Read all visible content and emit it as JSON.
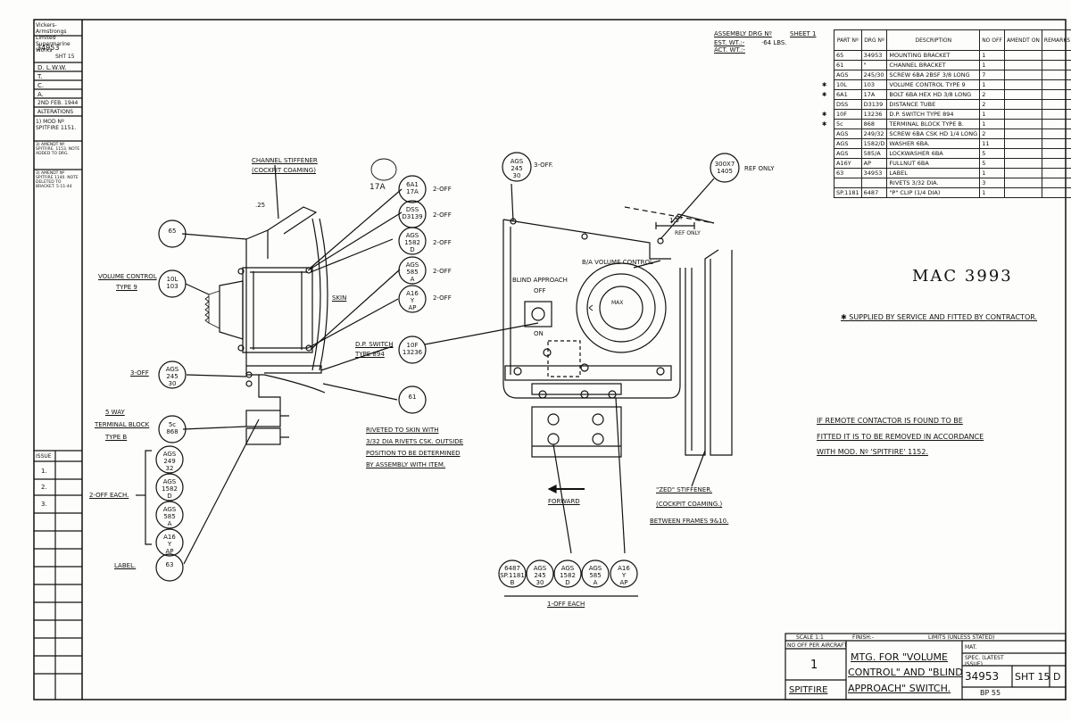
{
  "left_strip": {
    "maker": "Vickers-Armstrongs Limited Supermarine Works",
    "drawing_no": "34953",
    "sheet": "SHT 15",
    "rows": [
      "D. L.W.W.",
      "T.",
      "C.",
      "A.",
      "2ND FEB. 1944",
      "ALTERATIONS"
    ],
    "mod": "1) MOD Nº SPITFIRE 1151.",
    "notes": [
      "3) AMENDT Nº SPITFIRE. 1153. NOTE ADDED TO DRG.",
      "3) AMENDT Nº SPITFIRE 1140. NOTE DELETED TO BRACKET. 5-11-44"
    ],
    "issue_label": "ISSUE",
    "issues": [
      "1.",
      "2.",
      "3."
    ]
  },
  "header": {
    "assembly": "ASSEMBLY DRG Nº",
    "sheet": "SHEET 1",
    "est_wt": "EST. WT.:-",
    "est_val": "·64 LBS.",
    "act_wt": "ACT. WT.:-"
  },
  "parts_table": {
    "columns": [
      "PART Nº",
      "DRG Nº",
      "DESCRIPTION",
      "NO OFF",
      "AMENDT ON",
      "REMARKS"
    ],
    "rows": [
      [
        "",
        "65",
        "34953",
        "MOUNTING BRACKET",
        "1"
      ],
      [
        "",
        "61",
        "\"",
        "CHANNEL BRACKET",
        "1"
      ],
      [
        "",
        "AGS",
        "245/30",
        "SCREW 6BA 2BSF 3/8 LONG",
        "7"
      ],
      [
        "✱",
        "10L",
        "103",
        "VOLUME CONTROL TYPE 9",
        "1"
      ],
      [
        "✱",
        "6A1",
        "17A",
        "BOLT 6BA HEX HD 3/8 LONG",
        "2"
      ],
      [
        "",
        "DSS",
        "D3139",
        "DISTANCE TUBE",
        "2"
      ],
      [
        "✱",
        "10F",
        "13236",
        "D.P. SWITCH TYPE 894",
        "1"
      ],
      [
        "✱",
        "5c",
        "868",
        "TERMINAL BLOCK TYPE B.",
        "1"
      ],
      [
        "",
        "AGS",
        "249/32",
        "SCREW 6BA CSK HD 1/4 LONG",
        "2"
      ],
      [
        "",
        "AGS",
        "1582/D",
        "WASHER 6BA.",
        "11"
      ],
      [
        "",
        "AGS",
        "585/A",
        "LOCKWASHER 6BA",
        "5"
      ],
      [
        "",
        "A16Y",
        "AP",
        "FULLNUT 6BA",
        "5"
      ],
      [
        "",
        "63",
        "34953",
        "LABEL",
        "1"
      ],
      [
        "",
        "",
        "",
        "RIVETS 3/32 DIA.",
        "3"
      ],
      [
        "",
        "SP.1181",
        "6487",
        "\"P\" CLIP (1/4 DIA)",
        "1"
      ]
    ]
  },
  "handwritten": "MAC 3993",
  "supplied_note": "✱ SUPPLIED BY SERVICE AND FITTED BY CONTRACTOR.",
  "remote_note": [
    "IF REMOTE CONTACTOR IS FOUND TO BE",
    "FITTED IT IS TO BE REMOVED IN ACCORDANCE",
    "WITH MOD. Nº 'SPITFIRE' 1152."
  ],
  "labels": {
    "channel_stiffener": "CHANNEL STIFFENER",
    "cockpit_coaming": "(COCKPIT COAMING)",
    "volume_control": "VOLUME CONTROL",
    "type9": "TYPE 9",
    "skin": "SKIN",
    "dp_switch": "D.P. SWITCH",
    "type894": "TYPE 894",
    "three_off": "3-OFF",
    "three_off2": "3-OFF.",
    "five_way": "5 WAY",
    "terminal_block": "TERMINAL BLOCK",
    "type_b": "TYPE B",
    "two_off_each": "2-OFF EACH.",
    "label": "LABEL.",
    "rivet1": "RIVETED TO SKIN WITH",
    "rivet2": "3/32 DIA RIVETS CSK. OUTSIDE",
    "rivet3": "POSITION TO BE DETERMINED",
    "rivet4": "BY ASSEMBLY WITH ITEM.",
    "blind_approach": "BLIND APPROACH",
    "off": "OFF",
    "on": "ON",
    "ba_volume": "B/A VOLUME CONTROL",
    "max": "MAX",
    "forward": "FORWARD",
    "zed1": "\"ZED\" STIFFENER.",
    "zed2": "(COCKPIT COAMING.)",
    "zed3": "BETWEEN FRAMES 9&10.",
    "one_off_each": "1-OFF EACH",
    "ref_only": "REF ONLY",
    "two_off": "2-OFF",
    "dim": "1.5\"",
    "dim2": ".25"
  },
  "circles": {
    "c65": "65",
    "c10L": [
      "10L",
      "103"
    ],
    "cags1": [
      "AGS",
      "245",
      "30"
    ],
    "c5c": [
      "5c",
      "868"
    ],
    "c6A1": [
      "6A1",
      "17A"
    ],
    "cDSS": [
      "DSS",
      "D3139"
    ],
    "cAGS1582": [
      "AGS",
      "1582",
      "D"
    ],
    "cAGS585": [
      "AGS",
      "585",
      "A"
    ],
    "cA16": [
      "A16",
      "Y",
      "AP"
    ],
    "c10F": [
      "10F",
      "13236"
    ],
    "c61": "61",
    "cAGS249": [
      "AGS",
      "249",
      "32"
    ],
    "c63": "63",
    "cTop": [
      "AGS",
      "245",
      "30"
    ],
    "cRef": [
      "300X7",
      "1405"
    ],
    "bottom": [
      [
        "6487",
        "SP.1181",
        "B"
      ],
      [
        "AGS",
        "245",
        "30"
      ],
      [
        "AGS",
        "1582",
        "D"
      ],
      [
        "AGS",
        "585",
        "A"
      ],
      [
        "A16",
        "Y",
        "AP"
      ]
    ],
    "hand17A": "17A"
  },
  "title_block": {
    "scale": "SCALE 1:1",
    "finish": "FINISH:-",
    "limits": "LIMITS (UNLESS STATED)",
    "no_off": "NO OFF PER AIRCRAFT",
    "qty": "1",
    "title": [
      "MTG. FOR \"VOLUME",
      "CONTROL\" AND \"BLIND",
      "APPROACH\" SWITCH."
    ],
    "mat": "MAT.",
    "spec": "SPEC. (LATEST ISSUE)",
    "aircraft": "SPITFIRE",
    "drg": "34953",
    "sht": "SHT 15",
    "issue": "D",
    "sig": "BP 55"
  }
}
